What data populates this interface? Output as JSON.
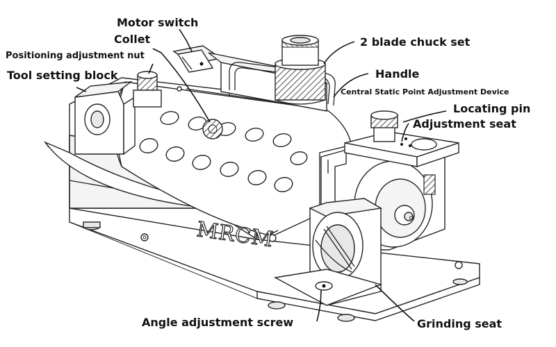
{
  "labels": {
    "motor_switch": "Motor switch",
    "collet": "Collet",
    "positioning_nut": "Positioning adjustment nut",
    "tool_setting_block": "Tool setting block",
    "chuck_set": "2 blade chuck set",
    "handle": "Handle",
    "central_static_point": "Central Static Point Adjustment Device",
    "locating_pin": "Locating pin",
    "adjustment_seat": "Adjustment seat",
    "angle_screw": "Angle adjustment screw",
    "grinding_seat": "Grinding seat"
  },
  "logo_text": "MRCM"
}
